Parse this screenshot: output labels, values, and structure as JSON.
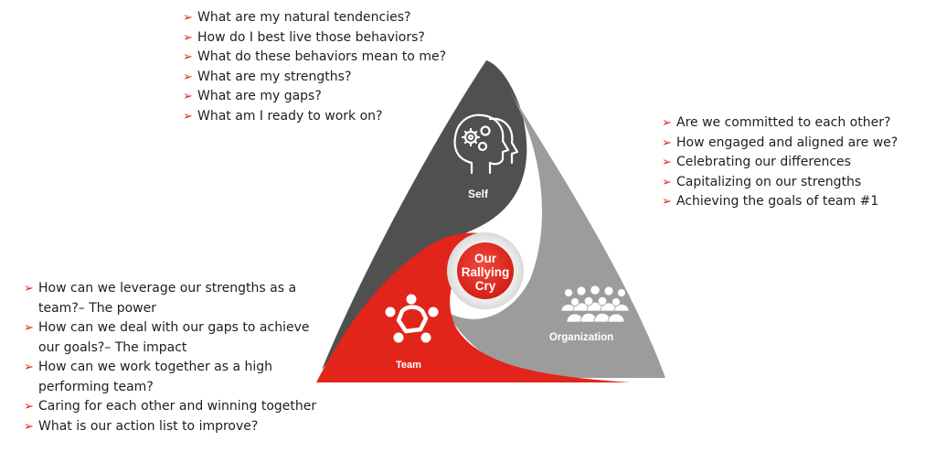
{
  "colors": {
    "self_segment": "#505050",
    "organization_segment": "#9c9c9c",
    "team_segment": "#e1251b",
    "hub": "#e1251b",
    "bullet_arrow": "#e1251b"
  },
  "bullet_glyph": "➢",
  "self_questions": [
    "What are my natural tendencies?",
    "How do I best live those behaviors?",
    "What do these behaviors mean to me?",
    "What are my strengths?",
    "What are my gaps?",
    "What am I ready to work on?"
  ],
  "organization_questions": [
    "Are we committed to each other?",
    "How engaged and aligned are we?",
    "Celebrating our differences",
    "Capitalizing on our strengths",
    "Achieving the goals of team #1"
  ],
  "team_questions": [
    "How can we leverage our strengths as a team?– The power",
    "How can we deal with our gaps to achieve our goals?– The impact",
    "How can we work together as a high performing team?",
    "Caring for each other and winning together",
    "What is our action list to improve?"
  ],
  "segments": {
    "self": {
      "label": "Self",
      "icon": "head-gears-icon"
    },
    "organization": {
      "label": "Organization",
      "icon": "group-of-people-icon"
    },
    "team": {
      "label": "Team",
      "icon": "team-circle-icon"
    }
  },
  "hub": {
    "line1": "Our",
    "line2": "Rallying",
    "line3": "Cry"
  }
}
